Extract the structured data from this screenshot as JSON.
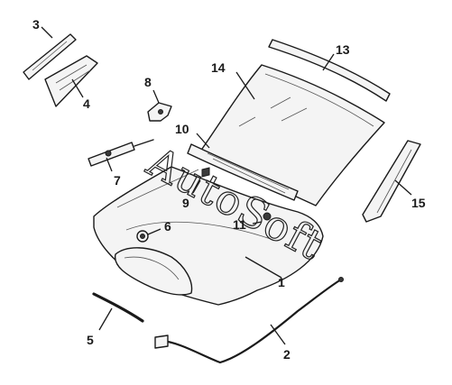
{
  "watermark": "AutoSoft",
  "callouts": {
    "c1": "1",
    "c2": "2",
    "c3": "3",
    "c4": "4",
    "c5": "5",
    "c6": "6",
    "c7": "7",
    "c8": "8",
    "c9": "9",
    "c10": "10",
    "c11": "11",
    "c13": "13",
    "c14": "14",
    "c15": "15"
  }
}
